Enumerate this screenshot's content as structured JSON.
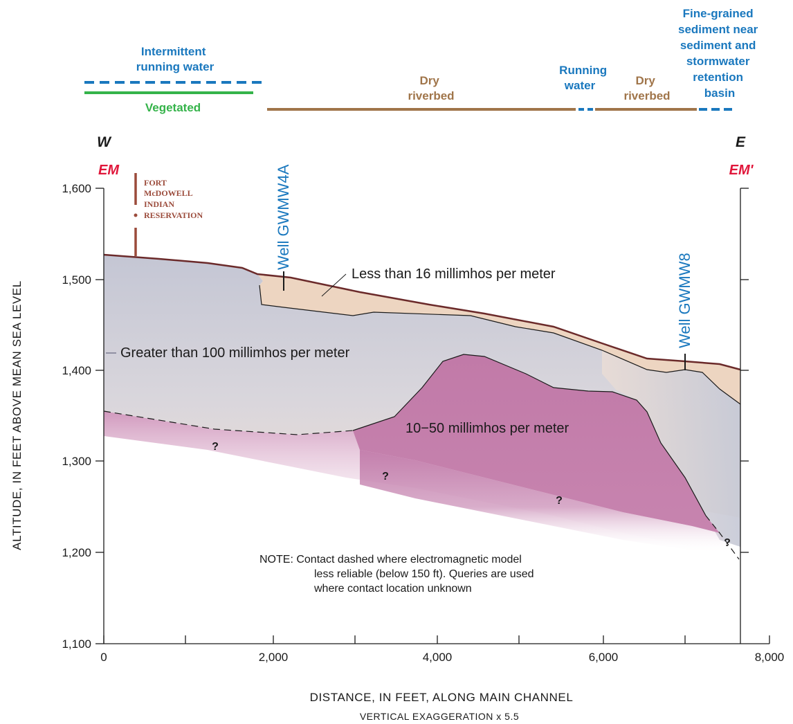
{
  "header": {
    "intermittent": [
      "Intermittent",
      "running water"
    ],
    "vegetated": "Vegetated",
    "dry_riverbed_1": [
      "Dry",
      "riverbed"
    ],
    "running_water": [
      "Running",
      "water"
    ],
    "dry_riverbed_2": [
      "Dry",
      "riverbed"
    ],
    "fine_grained": [
      "Fine-grained",
      "sediment near",
      "sediment and",
      "stormwater",
      "retention",
      "basin"
    ]
  },
  "section": {
    "west": "W",
    "east": "E",
    "em_start": "EM",
    "em_end": "EM'",
    "reservation": [
      "FORT",
      "McDOWELL",
      "INDIAN",
      "RESERVATION"
    ],
    "well_a": "Well GWMW4A",
    "well_b": "Well GWMW8"
  },
  "units": {
    "low": "Less than 16 millimhos per meter",
    "high": "Greater than 100 millimhos per meter",
    "mid": "10−50 millimhos per meter"
  },
  "queries": [
    "?",
    "?",
    "?",
    "?"
  ],
  "note": [
    "NOTE:  Contact dashed where electromagnetic model",
    "less reliable (below 150 ft). Queries are used",
    "where contact location unknown"
  ],
  "axes": {
    "y_label": "ALTITUDE, IN FEET ABOVE MEAN SEA LEVEL",
    "x_label": "DISTANCE, IN FEET, ALONG MAIN CHANNEL",
    "exaggeration": "VERTICAL EXAGGERATION x 5.5",
    "y_ticks": [
      "1,600",
      "1,500",
      "1,400",
      "1,300",
      "1,200",
      "1,100"
    ],
    "x_ticks": [
      "0",
      "2,000",
      "4,000",
      "6,000",
      "8,000"
    ],
    "x_range": [
      0,
      8000
    ],
    "y_range": [
      1100,
      1600
    ]
  },
  "colors": {
    "intermittent_water": "#1a78be",
    "vegetated": "#35b34a",
    "dry_riverbed": "#a0754a",
    "low_conductivity": "#edd5c1",
    "high_conductivity": "#c6c9d6",
    "mid_conductivity": "#c480ad",
    "land_surface": "#6b2a2a",
    "em_label": "#e0163a"
  }
}
